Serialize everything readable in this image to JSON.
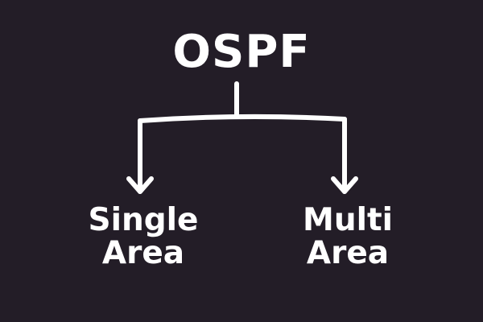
{
  "diagram": {
    "root": {
      "label": "OSPF"
    },
    "children": [
      {
        "line1": "Single",
        "line2": "Area"
      },
      {
        "line1": "Multi",
        "line2": "Area"
      }
    ]
  },
  "colors": {
    "background": "#231d27",
    "foreground": "#ffffff"
  }
}
